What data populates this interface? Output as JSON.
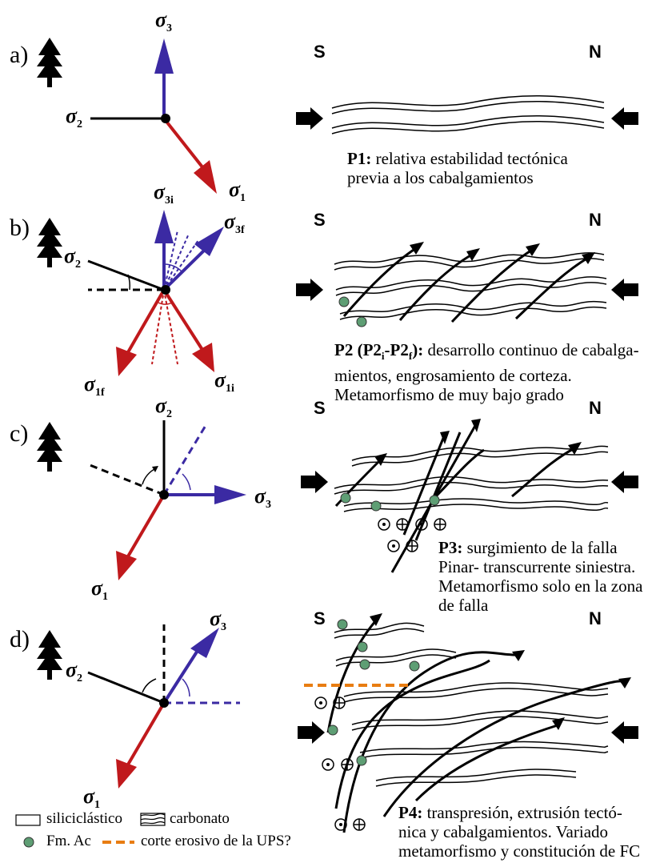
{
  "panels": [
    {
      "letter": "a)",
      "left_dir": "S",
      "right_dir": "N",
      "phase": "P1:",
      "caption_lines": [
        "relativa estabilidad tectónica",
        "previa a los cabalgamientos"
      ],
      "stress": {
        "s3": "σ",
        "s3_sub": "3",
        "s2": "σ",
        "s2_sub": "2",
        "s1": "σ",
        "s1_sub": "1"
      }
    },
    {
      "letter": "b)",
      "left_dir": "S",
      "right_dir": "N",
      "phase": "P2 (P2",
      "phase_sub_i": "i",
      "phase_mid": "-P2",
      "phase_sub_f": "f",
      "phase_end": "):",
      "caption_first": "desarrollo continuo de cabalga-",
      "caption_lines": [
        "mientos, engrosamiento de corteza.",
        "Metamorfismo de muy bajo grado"
      ],
      "stress": {
        "s3i": "σ",
        "s3i_sub": "3i",
        "s3f": "σ",
        "s3f_sub": "3f",
        "s2": "σ",
        "s2_sub": "2",
        "s1f": "σ",
        "s1f_sub": "1f",
        "s1i": "σ",
        "s1i_sub": "1i"
      }
    },
    {
      "letter": "c)",
      "left_dir": "S",
      "right_dir": "N",
      "phase": "P3:",
      "caption_first": "surgimiento de la falla",
      "caption_lines": [
        "Pinar- transcurrente siniestra.",
        "Metamorfismo solo en la zona",
        "de falla"
      ],
      "stress": {
        "s2": "σ",
        "s2_sub": "2",
        "s3": "σ",
        "s3_sub": "3",
        "s1": "σ",
        "s1_sub": "1"
      }
    },
    {
      "letter": "d)",
      "left_dir": "S",
      "right_dir": "N",
      "phase": "P4:",
      "caption_first": "transpresión, extrusión tectó-",
      "caption_lines": [
        "nica y cabalgamientos. Variado",
        "metamorfismo y constitución de FC"
      ],
      "stress": {
        "s3": "σ",
        "s3_sub": "3",
        "s2": "σ",
        "s2_sub": "2",
        "s1": "σ",
        "s1_sub": "1"
      }
    }
  ],
  "legend": {
    "siliciclastic": "siliciclástico",
    "carbonate": "carbonato",
    "fm_ac": "Fm. Ac",
    "erosive_cut": "corte erosivo de la UPS?"
  },
  "colors": {
    "sigma1": "#c0191c",
    "sigma3": "#3b2aa3",
    "fm_ac": "#5e9e74",
    "erosive": "#e87d12"
  }
}
